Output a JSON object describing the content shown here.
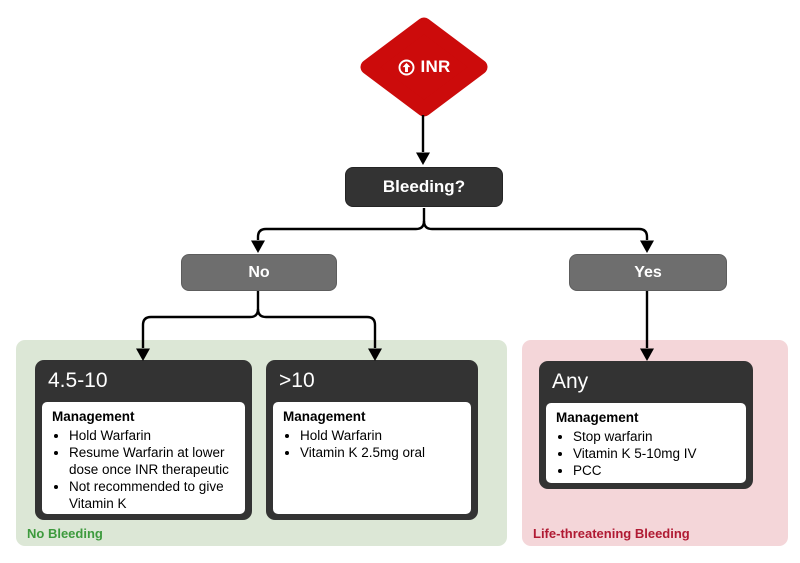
{
  "flowchart": {
    "root": {
      "label": "INR",
      "icon": "arrow-circle-up-icon"
    },
    "decision": {
      "label": "Bleeding?"
    },
    "branches": [
      {
        "label": "No"
      },
      {
        "label": "Yes"
      }
    ],
    "groups": [
      {
        "label": "No Bleeding",
        "bg_color": "#dce7d6",
        "label_color": "#3d9a3d",
        "cards": [
          {
            "header": "4.5-10",
            "section_title": "Management",
            "items": [
              "Hold Warfarin",
              "Resume Warfarin at lower dose once INR therapeutic",
              "Not recommended to give Vitamin K"
            ]
          },
          {
            "header": ">10",
            "section_title": "Management",
            "items": [
              "Hold Warfarin",
              "Vitamin K 2.5mg oral"
            ]
          }
        ]
      },
      {
        "label": "Life-threatening Bleeding",
        "bg_color": "#f4d6d9",
        "label_color": "#b01a33",
        "cards": [
          {
            "header": "Any",
            "section_title": "Management",
            "items": [
              "Stop warfarin",
              "Vitamin K 5-10mg IV",
              "PCC"
            ]
          }
        ]
      }
    ],
    "colors": {
      "diamond_red": "#cc0b0b",
      "dark_node": "#333333",
      "gray_node": "#6e6e6e",
      "connector": "#000000"
    }
  }
}
